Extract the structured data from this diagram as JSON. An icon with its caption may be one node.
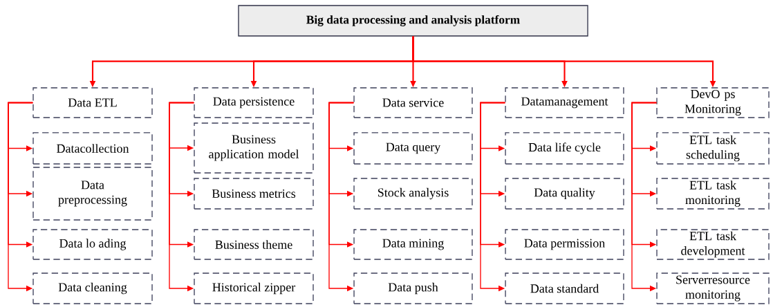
{
  "diagram": {
    "nodes": [
      {
        "text": [
          "Big data processing and analysis platform"
        ]
      },
      {
        "text": [
          "Data ETL"
        ]
      },
      {
        "text": [
          "Datacollection"
        ]
      },
      {
        "text": [
          "Data preprocessing"
        ]
      },
      {
        "text": [
          "Data lo ading"
        ]
      },
      {
        "text": [
          "Data cleaning"
        ]
      },
      {
        "text": [
          "Data persistence"
        ]
      },
      {
        "text": [
          "Business application model"
        ]
      },
      {
        "text": [
          "Business metrics"
        ]
      },
      {
        "text": [
          "Business theme"
        ]
      },
      {
        "text": [
          "Historical zipper"
        ]
      },
      {
        "text": [
          "Data service"
        ]
      },
      {
        "text": [
          "Data query"
        ]
      },
      {
        "text": [
          "Stock analysis"
        ]
      },
      {
        "text": [
          "Data mining"
        ]
      },
      {
        "text": [
          "Data push"
        ]
      },
      {
        "text": [
          "Datamanagement"
        ]
      },
      {
        "text": [
          "Data life cycle"
        ]
      },
      {
        "text": [
          "Data quality"
        ]
      },
      {
        "text": [
          "Data permission"
        ]
      },
      {
        "text": [
          "Data standard"
        ]
      },
      {
        "text": [
          "DevO ps Monitoring"
        ]
      },
      {
        "text": [
          "ETL task scheduling"
        ]
      },
      {
        "text": [
          "ETL task monitoring"
        ]
      },
      {
        "text": [
          "ETL task development"
        ]
      },
      {
        "text": [
          "Serverresource monitoring"
        ]
      }
    ],
    "edges": [
      {
        "from": 0,
        "to": 1,
        "arrow": "to"
      },
      {
        "from": 0,
        "to": 6,
        "arrow": "to"
      },
      {
        "from": 0,
        "to": 11,
        "arrow": "to"
      },
      {
        "from": 0,
        "to": 16,
        "arrow": "to"
      },
      {
        "from": 0,
        "to": 21,
        "arrow": "to"
      },
      {
        "from": 1,
        "to": 2,
        "arrow": "to"
      },
      {
        "from": 1,
        "to": 3,
        "arrow": "to"
      },
      {
        "from": 1,
        "to": 4,
        "arrow": "to"
      },
      {
        "from": 1,
        "to": 5,
        "arrow": "to"
      },
      {
        "from": 6,
        "to": 7,
        "arrow": "to"
      },
      {
        "from": 6,
        "to": 8,
        "arrow": "to"
      },
      {
        "from": 6,
        "to": 9,
        "arrow": "to"
      },
      {
        "from": 6,
        "to": 10,
        "arrow": "to"
      },
      {
        "from": 11,
        "to": 12,
        "arrow": "to"
      },
      {
        "from": 11,
        "to": 13,
        "arrow": "to"
      },
      {
        "from": 11,
        "to": 14,
        "arrow": "to"
      },
      {
        "from": 11,
        "to": 15,
        "arrow": "to"
      },
      {
        "from": 16,
        "to": 17,
        "arrow": "to"
      },
      {
        "from": 16,
        "to": 18,
        "arrow": "to"
      },
      {
        "from": 16,
        "to": 19,
        "arrow": "to"
      },
      {
        "from": 16,
        "to": 20,
        "arrow": "to"
      },
      {
        "from": 21,
        "to": 22,
        "arrow": "to"
      },
      {
        "from": 21,
        "to": 23,
        "arrow": "to"
      },
      {
        "from": 21,
        "to": 24,
        "arrow": "to"
      },
      {
        "from": 21,
        "to": 25,
        "arrow": "to"
      }
    ]
  }
}
